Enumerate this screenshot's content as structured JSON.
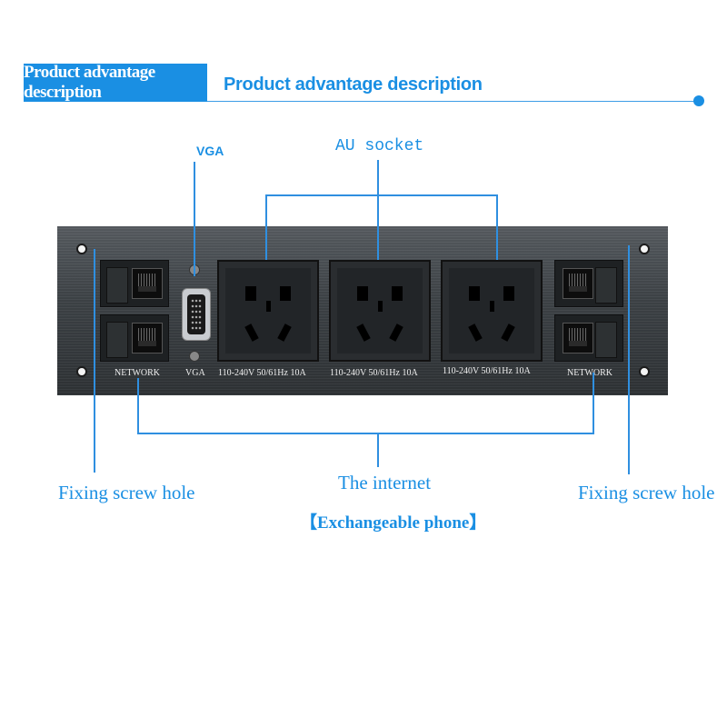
{
  "header": {
    "box_label": "Product advantage description",
    "title": "Product advantage description"
  },
  "callouts": {
    "vga": "VGA",
    "au_socket": "AU socket",
    "fixing_left": "Fixing screw hole",
    "fixing_right": "Fixing screw hole",
    "internet": "The internet",
    "exchangeable": "【Exchangeable phone】"
  },
  "panel": {
    "network_left": "NETWORK",
    "network_right": "NETWORK",
    "vga_label": "VGA",
    "socket_ratings": [
      "110-240V  50/61Hz  10A",
      "110-240V  50/61Hz  10A",
      "110-240V  50/61Hz  10A"
    ]
  },
  "colors": {
    "accent": "#1a8fe3",
    "panel": "#3e4347"
  }
}
